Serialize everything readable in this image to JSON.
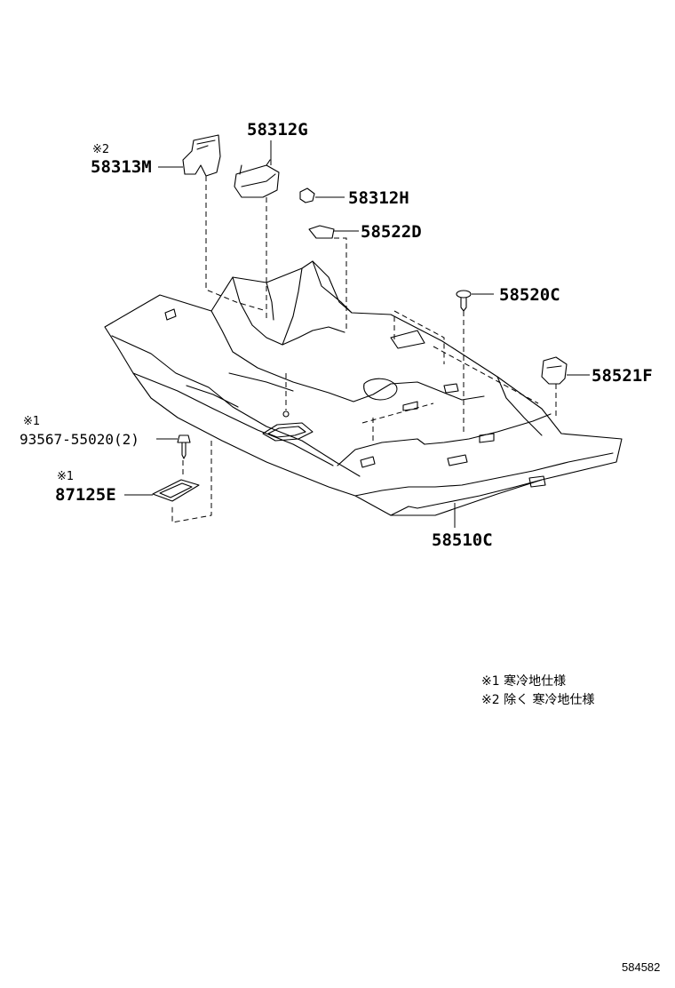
{
  "parts": {
    "p58313M": {
      "label": "58313M",
      "note": "※2"
    },
    "p58312G": {
      "label": "58312G"
    },
    "p58312H": {
      "label": "58312H"
    },
    "p58522D": {
      "label": "58522D"
    },
    "p58520C": {
      "label": "58520C"
    },
    "p58521F": {
      "label": "58521F"
    },
    "p93567": {
      "label": "93567-55020(2)",
      "note": "※1"
    },
    "p87125E": {
      "label": "87125E",
      "note": "※1"
    },
    "p58510C": {
      "label": "58510C"
    }
  },
  "legend": {
    "line1": "※1  寒冷地仕様",
    "line2": "※2  除く  寒冷地仕様"
  },
  "figure_code": "584582"
}
